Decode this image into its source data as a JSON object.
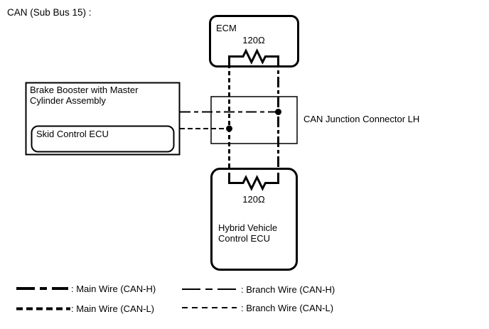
{
  "title": "CAN (Sub Bus 15) :",
  "colors": {
    "stroke": "#000000",
    "background": "#ffffff"
  },
  "nodes": {
    "ecm": {
      "label": "ECM",
      "resistor_value": "120Ω"
    },
    "brake_booster": {
      "line1": "Brake Booster with Master",
      "line2": "Cylinder Assembly",
      "skid_ecu": "Skid Control ECU"
    },
    "junction_connector": {
      "label": "CAN Junction Connector LH"
    },
    "hv_ecu": {
      "line1": "Hybrid Vehicle",
      "line2": "Control ECU",
      "resistor_value": "120Ω"
    }
  },
  "legend": {
    "main_h": ": Main Wire (CAN-H)",
    "main_l": ": Main Wire (CAN-L)",
    "branch_h": ": Branch Wire (CAN-H)",
    "branch_l": ": Branch Wire (CAN-L)"
  }
}
